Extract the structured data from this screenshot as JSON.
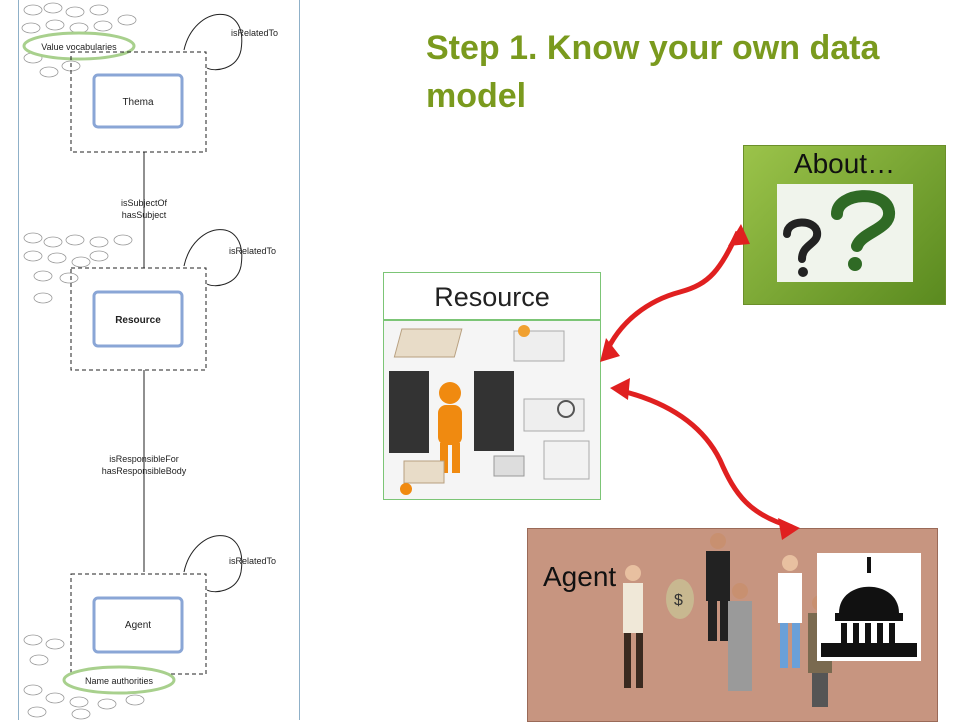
{
  "title": "Step 1. Know your own data model",
  "left_diagram": {
    "value_vocab_label": "Value vocabularies",
    "name_auth_label": "Name authorities",
    "nodes": {
      "thema": "Thema",
      "resource": "Resource",
      "agent": "Agent"
    },
    "self_relation": "isRelatedTo",
    "edge1_a": "isSubjectOf",
    "edge1_b": "hasSubject",
    "edge2_a": "isResponsibleFor",
    "edge2_b": "hasResponsibleBody"
  },
  "resource_label": "Resource",
  "about_label": "About…",
  "agent_label": "Agent",
  "colors": {
    "title": "#7a9a1e",
    "arrow": "#e02020",
    "about_green": "#7fae3a",
    "agent_bg": "#c79580",
    "left_border": "#8fb0c8"
  }
}
